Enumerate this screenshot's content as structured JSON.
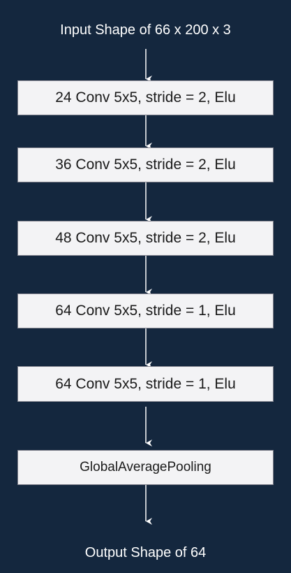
{
  "input_label": "Input Shape of 66 x 200 x 3",
  "output_label": "Output Shape of 64",
  "layers": [
    {
      "label": "24 Conv 5x5, stride = 2, Elu"
    },
    {
      "label": "36 Conv 5x5, stride = 2, Elu"
    },
    {
      "label": "48 Conv 5x5, stride = 2, Elu"
    },
    {
      "label": "64 Conv 5x5, stride = 1, Elu"
    },
    {
      "label": "64 Conv 5x5, stride = 1, Elu"
    },
    {
      "label": "GlobalAveragePooling"
    }
  ],
  "colors": {
    "background": "#14273e",
    "box_fill": "#f3f3f5",
    "box_border": "#8a8a94",
    "arrow": "#ffffff",
    "text_light": "#ffffff",
    "text_dark": "#1a1a1a"
  }
}
